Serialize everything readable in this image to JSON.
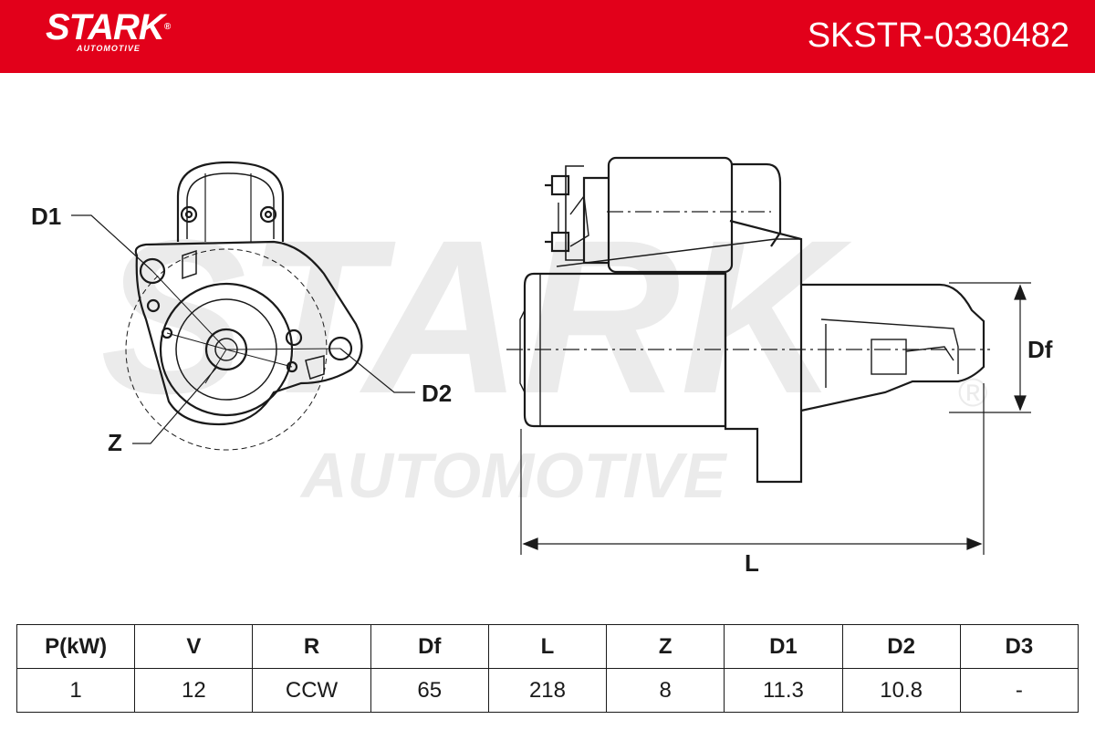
{
  "header": {
    "brand": "STARK",
    "brand_sub": "AUTOMOTIVE",
    "part_number": "SKSTR-0330482",
    "bg_color": "#e2001a"
  },
  "watermark": {
    "main": "STARK",
    "sub": "AUTOMOTIVE",
    "reg": "®"
  },
  "drawing": {
    "labels": {
      "d1": "D1",
      "d2": "D2",
      "z": "Z",
      "df": "Df",
      "l": "L"
    }
  },
  "specs": {
    "headers": [
      "P(kW)",
      "V",
      "R",
      "Df",
      "L",
      "Z",
      "D1",
      "D2",
      "D3"
    ],
    "values": [
      "1",
      "12",
      "CCW",
      "65",
      "218",
      "8",
      "11.3",
      "10.8",
      "-"
    ]
  }
}
